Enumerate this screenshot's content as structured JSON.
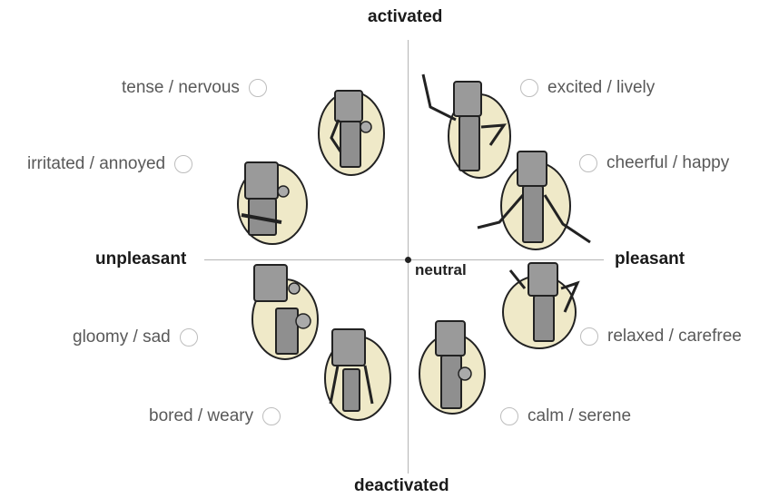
{
  "axes": {
    "top": "activated",
    "bottom": "deactivated",
    "left": "unpleasant",
    "right": "pleasant",
    "center": "neutral"
  },
  "options": {
    "tense": "tense / nervous",
    "irritated": "irritated / annoyed",
    "excited": "excited / lively",
    "cheerful": "cheerful / happy",
    "gloomy": "gloomy / sad",
    "bored": "bored / weary",
    "relaxed": "relaxed / carefree",
    "calm": "calm / serene"
  },
  "colors": {
    "robot_background": "#efe9c8",
    "robot_metal": "#9a9a9a",
    "radio_border": "#bdbdbd"
  }
}
